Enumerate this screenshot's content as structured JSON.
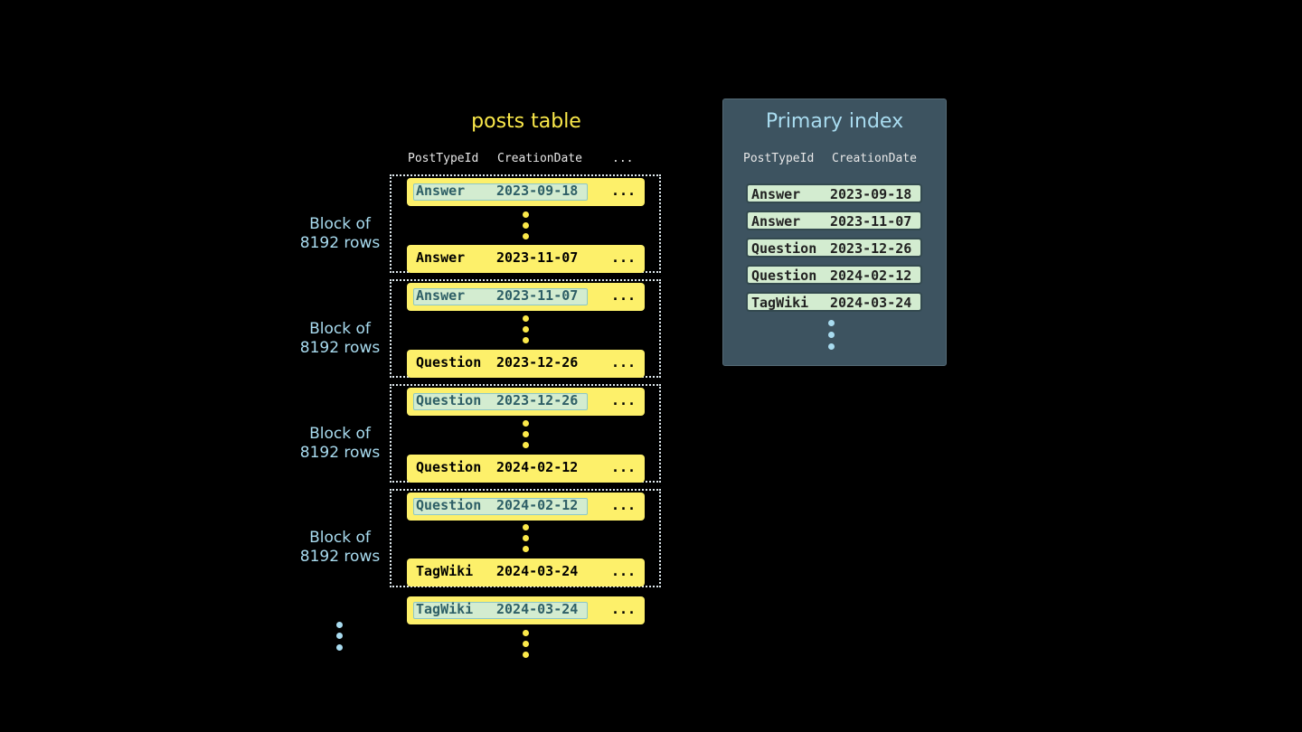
{
  "posts_table": {
    "title": "posts table",
    "columns": [
      "PostTypeId",
      "CreationDate",
      "..."
    ],
    "blocks": [
      {
        "label_line1": "Block of",
        "label_line2": "8192 rows",
        "first": {
          "type": "Answer",
          "date": "2023-09-18",
          "more": "..."
        },
        "last": {
          "type": "Answer",
          "date": "2023-11-07",
          "more": "..."
        }
      },
      {
        "label_line1": "Block of",
        "label_line2": "8192 rows",
        "first": {
          "type": "Answer",
          "date": "2023-11-07",
          "more": "..."
        },
        "last": {
          "type": "Question",
          "date": "2023-12-26",
          "more": "..."
        }
      },
      {
        "label_line1": "Block of",
        "label_line2": "8192 rows",
        "first": {
          "type": "Question",
          "date": "2023-12-26",
          "more": "..."
        },
        "last": {
          "type": "Question",
          "date": "2024-02-12",
          "more": "..."
        }
      },
      {
        "label_line1": "Block of",
        "label_line2": "8192 rows",
        "first": {
          "type": "Question",
          "date": "2024-02-12",
          "more": "..."
        },
        "last": {
          "type": "TagWiki",
          "date": "2024-03-24",
          "more": "..."
        }
      }
    ],
    "trailing_row": {
      "type": "TagWiki",
      "date": "2024-03-24",
      "more": "..."
    }
  },
  "primary_index": {
    "title": "Primary index",
    "columns": [
      "PostTypeId",
      "CreationDate"
    ],
    "entries": [
      {
        "type": "Answer",
        "date": "2023-09-18"
      },
      {
        "type": "Answer",
        "date": "2023-11-07"
      },
      {
        "type": "Question",
        "date": "2023-12-26"
      },
      {
        "type": "Question",
        "date": "2024-02-12"
      },
      {
        "type": "TagWiki",
        "date": "2024-03-24"
      }
    ]
  },
  "colors": {
    "row_fill": "#fdf06a",
    "marked_key_fill": "#d3ecd0",
    "index_panel": "#3d5360",
    "label_text": "#a9dcf0",
    "title_text": "#fbe94a"
  }
}
